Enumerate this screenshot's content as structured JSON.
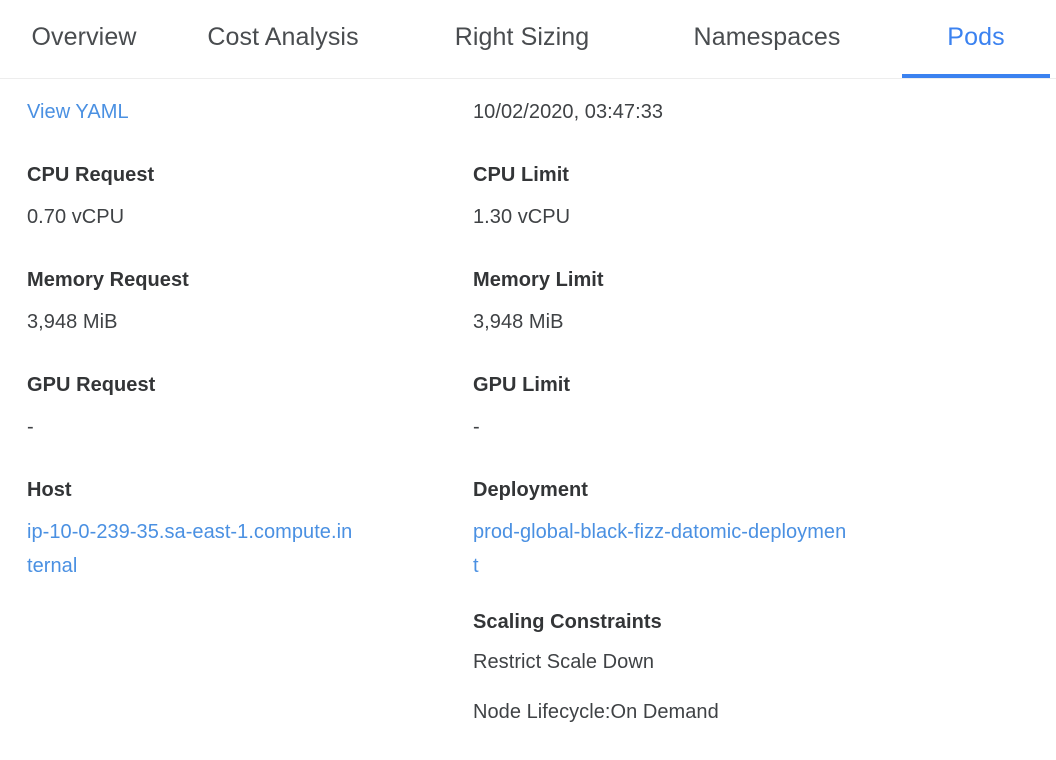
{
  "tabs": [
    {
      "label": "Overview",
      "active": false
    },
    {
      "label": "Cost Analysis",
      "active": false
    },
    {
      "label": "Right Sizing",
      "active": false
    },
    {
      "label": "Namespaces",
      "active": false
    },
    {
      "label": "Pods",
      "active": true
    }
  ],
  "colors": {
    "accent": "#3b82f0",
    "link": "#4a90e2",
    "label": "#333537",
    "value": "#3f4245",
    "divider": "#ededed"
  },
  "left": {
    "view_yaml_label": "View YAML",
    "cpu_request_label": "CPU Request",
    "cpu_request_value": "0.70 vCPU",
    "memory_request_label": "Memory Request",
    "memory_request_value": "3,948 MiB",
    "gpu_request_label": "GPU Request",
    "gpu_request_value": "-",
    "host_label": "Host",
    "host_value": "ip-10-0-239-35.sa-east-1.compute.internal"
  },
  "right": {
    "timestamp": "10/02/2020, 03:47:33",
    "cpu_limit_label": "CPU Limit",
    "cpu_limit_value": "1.30 vCPU",
    "memory_limit_label": "Memory Limit",
    "memory_limit_value": "3,948 MiB",
    "gpu_limit_label": "GPU Limit",
    "gpu_limit_value": "-",
    "deployment_label": "Deployment",
    "deployment_value": "prod-global-black-fizz-datomic-deployment",
    "scaling_constraints_label": "Scaling Constraints",
    "scaling_constraints": [
      "Restrict Scale Down",
      "Node Lifecycle:On Demand"
    ]
  }
}
